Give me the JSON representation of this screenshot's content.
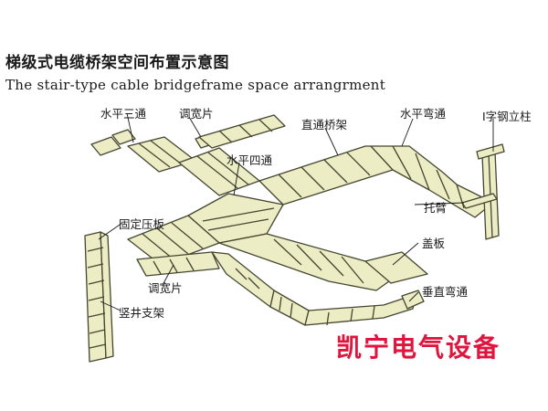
{
  "title_cn": "梯级式电缆桥架空间布置示意图",
  "title_en": "The stair-type cable bridgeframe space arrangrment",
  "labels": {
    "horizontal_tee": "水平三通",
    "adjust_width_top": "调宽片",
    "straight_tray": "直通桥架",
    "horizontal_bend": "水平弯通",
    "i_beam_column": "I字钢立柱",
    "horizontal_cross": "水平四通",
    "bracket_arm": "托臂",
    "fixed_clamp": "固定压板",
    "cover_plate": "盖板",
    "adjust_width_bottom": "调宽片",
    "vertical_bend": "垂直弯通",
    "vertical_shaft_support": "竖井支架"
  },
  "watermark": "凯宁电气设备",
  "colors": {
    "tray_fill": "#ecedc4",
    "tray_stroke": "#454530",
    "text": "#1a1a1a",
    "watermark": "#e0143c"
  }
}
